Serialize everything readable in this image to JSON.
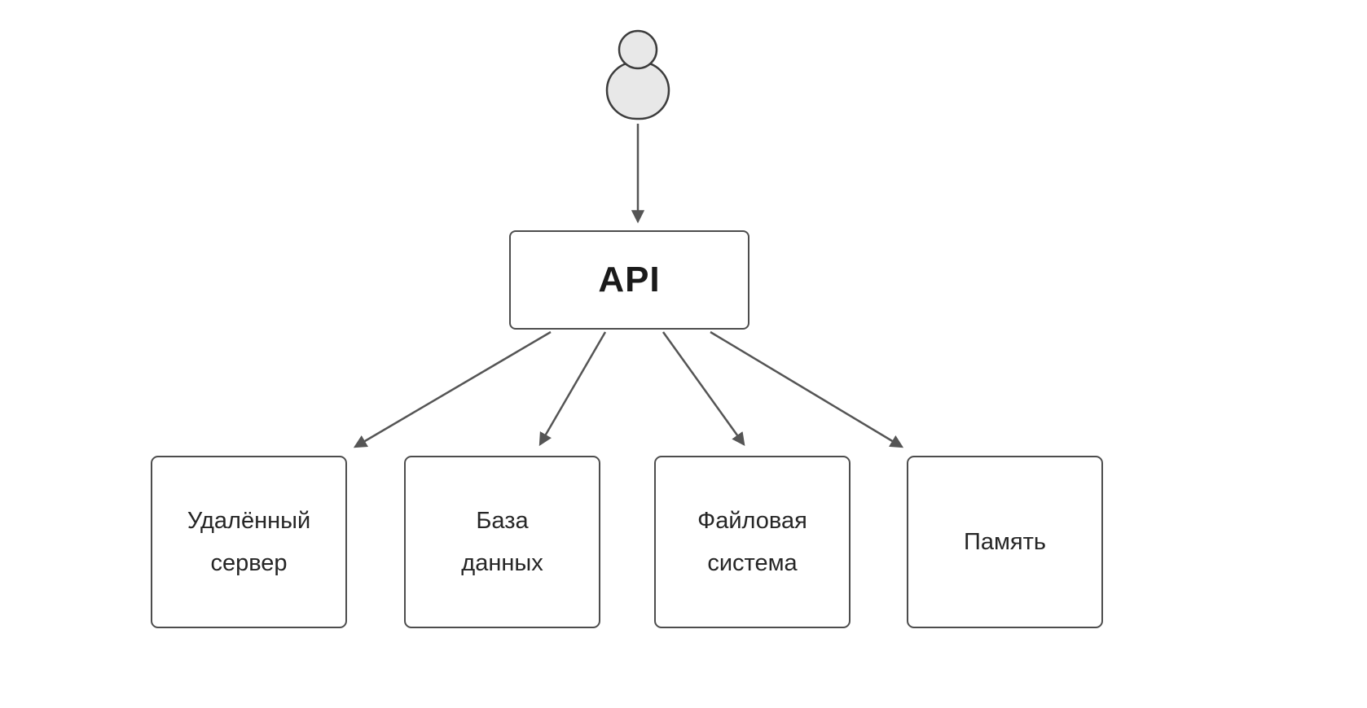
{
  "diagram": {
    "title": "API dependencies diagram",
    "actor": {
      "icon": "person-icon",
      "fill_color": "#e8e8e8",
      "stroke_color": "#3c3c3c"
    },
    "api_node": {
      "label": "API"
    },
    "nodes": [
      {
        "label": "Удалённый\nсервер"
      },
      {
        "label": "База\nданных"
      },
      {
        "label": "Файловая\nсистема"
      },
      {
        "label": "Память"
      }
    ],
    "edges": [
      {
        "from": "actor",
        "to": "api"
      },
      {
        "from": "api",
        "to": "Удалённый сервер"
      },
      {
        "from": "api",
        "to": "База данных"
      },
      {
        "from": "api",
        "to": "Файловая система"
      },
      {
        "from": "api",
        "to": "Память"
      }
    ],
    "colors": {
      "node_border": "#4d4d4d",
      "node_fill": "#ffffff",
      "edge_stroke": "#555555",
      "text": "#262626",
      "background": "#ffffff"
    }
  }
}
